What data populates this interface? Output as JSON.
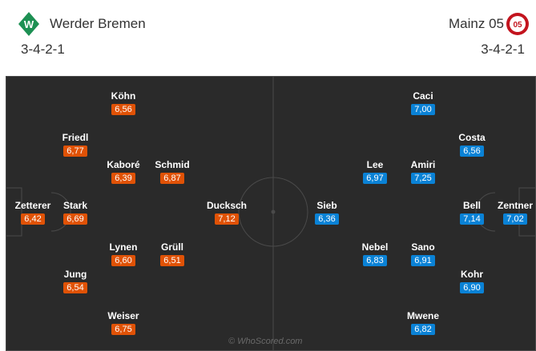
{
  "home": {
    "name": "Werder Bremen",
    "formation": "3-4-2-1",
    "crest_icon": "werder-diamond-icon",
    "rating_color": "#e05206",
    "players": [
      {
        "name": "Zetterer",
        "rating": "6,42"
      },
      {
        "name": "Friedl",
        "rating": "6,77"
      },
      {
        "name": "Stark",
        "rating": "6,69"
      },
      {
        "name": "Jung",
        "rating": "6,54"
      },
      {
        "name": "Köhn",
        "rating": "6,56"
      },
      {
        "name": "Kaboré",
        "rating": "6,39"
      },
      {
        "name": "Lynen",
        "rating": "6,60"
      },
      {
        "name": "Weiser",
        "rating": "6,75"
      },
      {
        "name": "Schmid",
        "rating": "6,87"
      },
      {
        "name": "Grüll",
        "rating": "6,51"
      },
      {
        "name": "Ducksch",
        "rating": "7,12"
      }
    ]
  },
  "away": {
    "name": "Mainz 05",
    "formation": "3-4-2-1",
    "crest_icon": "mainz-05-crest-icon",
    "rating_color": "#0a82d6",
    "players": [
      {
        "name": "Zentner",
        "rating": "7,02"
      },
      {
        "name": "Costa",
        "rating": "6,56"
      },
      {
        "name": "Bell",
        "rating": "7,14"
      },
      {
        "name": "Kohr",
        "rating": "6,90"
      },
      {
        "name": "Caci",
        "rating": "7,00"
      },
      {
        "name": "Amiri",
        "rating": "7,25"
      },
      {
        "name": "Sano",
        "rating": "6,91"
      },
      {
        "name": "Mwene",
        "rating": "6,82"
      },
      {
        "name": "Lee",
        "rating": "6,97"
      },
      {
        "name": "Nebel",
        "rating": "6,83"
      },
      {
        "name": "Sieb",
        "rating": "6,36"
      }
    ]
  },
  "pitch": {
    "background_color": "#2a2a2a",
    "line_color": "#4a4a4a"
  },
  "watermark": "© WhoScored.com"
}
